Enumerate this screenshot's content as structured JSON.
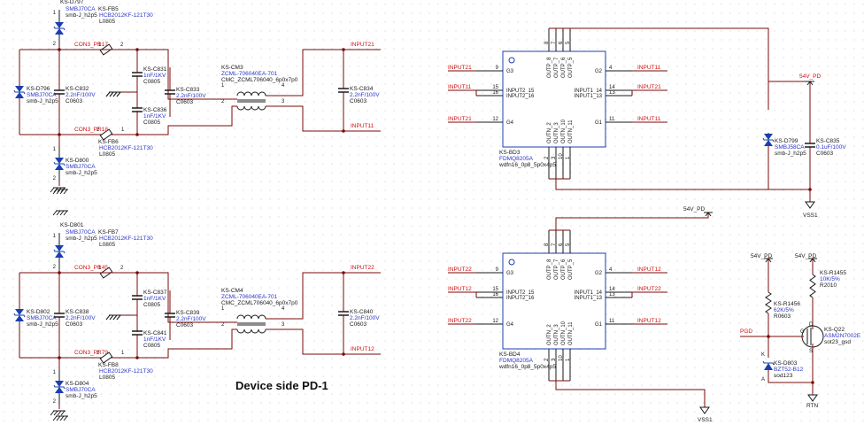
{
  "title": "Device side PD-1",
  "components": {
    "d797": {
      "ref": "KS-D797",
      "val": "SMBJ70CA",
      "fp": "smb-J_h2p5"
    },
    "fb5": {
      "ref": "KS-FB5",
      "val": "HCB2012KF-121T30",
      "fp": "L0805"
    },
    "d796": {
      "ref": "KS-D796",
      "val": "SMBJ70CA",
      "fp": "smb-J_h2p5"
    },
    "c832": {
      "ref": "KS-C832",
      "val": "2.2nF/100V",
      "fp": "C0603"
    },
    "c831": {
      "ref": "KS-C831",
      "val": "1nF/1KV",
      "fp": "C0805"
    },
    "c836": {
      "ref": "KS-C836",
      "val": "1nF/1KV",
      "fp": "C0805"
    },
    "c833": {
      "ref": "KS-C833",
      "val": "2.2nF/100V",
      "fp": "C0603"
    },
    "cm3": {
      "ref": "KS-CM3",
      "val": "ZCML-706040EA-701",
      "fp": "CMC_ZCML706040_6p0x7p0"
    },
    "c834": {
      "ref": "KS-C834",
      "val": "2.2nF/100V",
      "fp": "C0603"
    },
    "fb6": {
      "ref": "KS-FB6",
      "val": "HCB2012KF-121T30",
      "fp": "L0805"
    },
    "d800": {
      "ref": "KS-D800",
      "val": "SMBJ70CA",
      "fp": "smb-J_h2p5"
    },
    "d801": {
      "ref": "KS-D801",
      "val": "SMBJ70CA",
      "fp": "smb-J_h2p5"
    },
    "fb7": {
      "ref": "KS-FB7",
      "val": "HCB2012KF-121T30",
      "fp": "L0805"
    },
    "d802": {
      "ref": "KS-D802",
      "val": "SMBJ70CA",
      "fp": "smb-J_h2p5"
    },
    "c838": {
      "ref": "KS-C838",
      "val": "2.2nF/100V",
      "fp": "C0603"
    },
    "c837": {
      "ref": "KS-C837",
      "val": "1nF/1KV",
      "fp": "C0805"
    },
    "c841": {
      "ref": "KS-C841",
      "val": "1nF/1KV",
      "fp": "C0805"
    },
    "c839": {
      "ref": "KS-C839",
      "val": "2.2nF/100V",
      "fp": "C0603"
    },
    "cm4": {
      "ref": "KS-CM4",
      "val": "ZCML-706040EA-701",
      "fp": "CMC_ZCML706040_6p0x7p0"
    },
    "c840": {
      "ref": "KS-C840",
      "val": "2.2nF/100V",
      "fp": "C0603"
    },
    "fb8": {
      "ref": "KS-FB8",
      "val": "HCB2012KF-121T30",
      "fp": "L0805"
    },
    "d804": {
      "ref": "KS-D804",
      "val": "SMBJ70CA",
      "fp": "smb-J_h2p5"
    },
    "bd3": {
      "ref": "KS-BD3",
      "val": "FDMQ8205A",
      "fp": "wdfn16_0p8_5p0x4p5"
    },
    "bd4": {
      "ref": "KS-BD4",
      "val": "FDMQ8205A",
      "fp": "wdfn16_0p8_5p0x4p5"
    },
    "d799": {
      "ref": "KS-D799",
      "val": "SMBJ58CA",
      "fp": "smb-J_h2p5"
    },
    "c835": {
      "ref": "KS-C835",
      "val": "0.1uF/100V",
      "fp": "C0603"
    },
    "r1455": {
      "ref": "KS-R1455",
      "val": "10K/5%",
      "fp": "R2010"
    },
    "r1456": {
      "ref": "KS-R1456",
      "val": "62K/5%",
      "fp": "R0603"
    },
    "q22": {
      "ref": "KS-Q22",
      "val": "ASM2N7002E",
      "fp": "sot23_gsd"
    },
    "d803": {
      "ref": "KS-D803",
      "val": "BZT52-B12",
      "fp": "sod123"
    }
  },
  "nets": {
    "con3_pr17": "CON3_PR17",
    "con3_pr18": "CON3_PR18",
    "con3_pr45": "CON3_PR45",
    "con3_pr79": "CON3_PR79",
    "input21": "INPUT21",
    "input11": "INPUT11",
    "input22": "INPUT22",
    "input12": "INPUT12",
    "v54": "54V_PD",
    "vss1": "VSS1",
    "rtn": "RTN",
    "pgd": "PGD"
  },
  "pins": {
    "cmc": [
      "1",
      "2",
      "3",
      "4"
    ],
    "diode": [
      "1",
      "2"
    ],
    "fb": [
      "1",
      "2"
    ],
    "ic_left": [
      "G3",
      "INPUT2_15",
      "INPUT2_16",
      "G4"
    ],
    "ic_left_nums": [
      "9",
      "15",
      "16",
      "12"
    ],
    "ic_right": [
      "G2",
      "INPUT1_14",
      "INPUT1_13",
      "G1"
    ],
    "ic_right_nums": [
      "4",
      "14",
      "13",
      "11"
    ],
    "ic_top": [
      "OUTP_8",
      "OUTP_7",
      "OUTP_6",
      "OUTP_5"
    ],
    "ic_top_nums": [
      "8",
      "7",
      "6",
      "5"
    ],
    "ic_bot": [
      "OUTN_2",
      "OUTN_3",
      "OUTN_10",
      "OUTN_11"
    ],
    "ic_bot_nums": [
      "2",
      "3",
      "10",
      "1"
    ],
    "mos": [
      "D",
      "G",
      "S"
    ],
    "zener": [
      "K",
      "A"
    ]
  }
}
